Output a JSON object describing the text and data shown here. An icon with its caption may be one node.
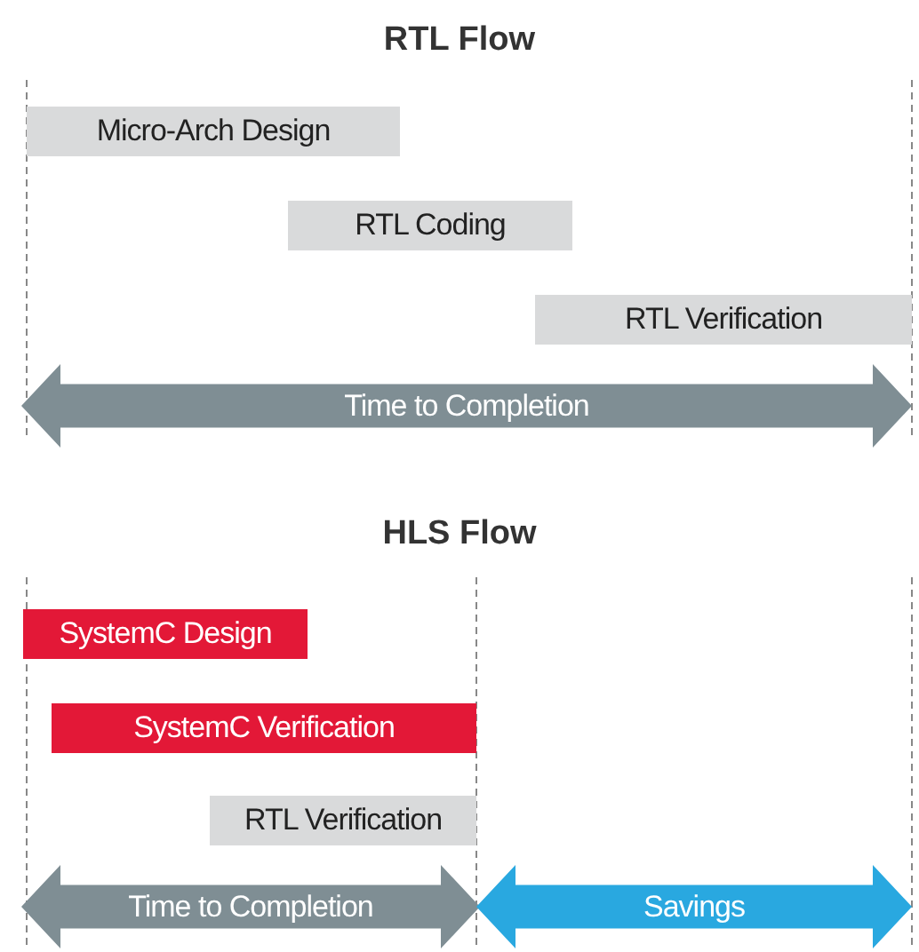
{
  "diagram": {
    "nodes": [
      {
        "text": [
          "Micro-Arch Design"
        ]
      },
      {
        "text": [
          "RTL Coding"
        ]
      },
      {
        "text": [
          "RTL Verification"
        ]
      },
      {
        "text": [
          "Time to Completion"
        ]
      },
      {
        "text": [
          "SystemC Design"
        ]
      },
      {
        "text": [
          "SystemC Verification"
        ]
      },
      {
        "text": [
          "RTL Verification"
        ]
      },
      {
        "text": [
          "Time to Completion"
        ]
      },
      {
        "text": [
          "Savings"
        ]
      }
    ],
    "edges": [],
    "labels": [
      "RTL Flow",
      "HLS Flow"
    ]
  }
}
